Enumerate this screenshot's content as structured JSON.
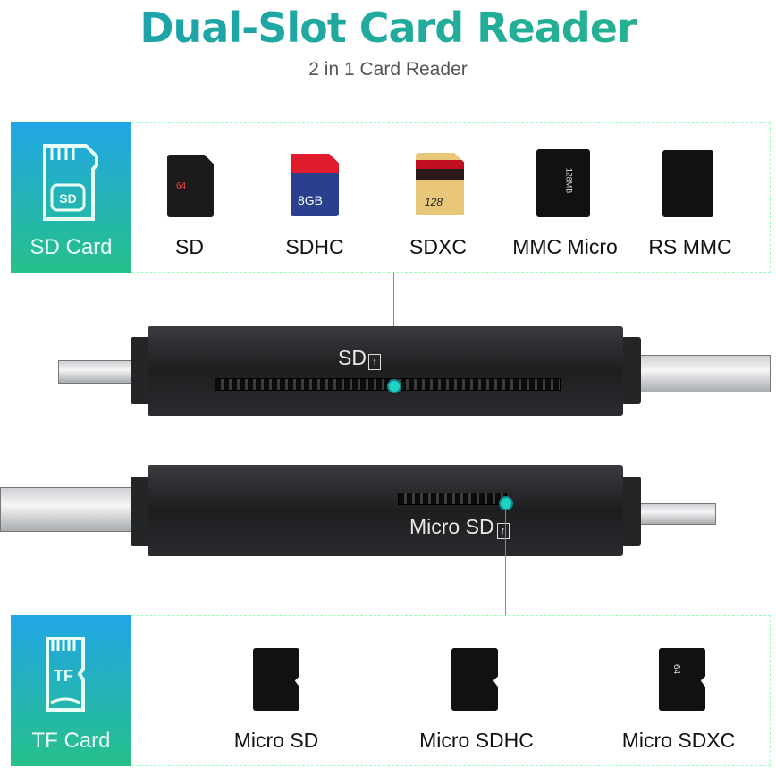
{
  "header": {
    "title": "Dual-Slot Card Reader",
    "subtitle": "2 in 1 Card Reader"
  },
  "sd_panel": {
    "label": "SD Card",
    "icon": "sd-card-icon",
    "cards": [
      {
        "label": "SD",
        "face": "64",
        "color": "#1a1a1a"
      },
      {
        "label": "SDHC",
        "face": "8GB",
        "color": "#2b3f8f"
      },
      {
        "label": "SDXC",
        "face": "128",
        "color": "#e8c878"
      },
      {
        "label": "MMC Micro",
        "face": "128MB",
        "color": "#111111"
      },
      {
        "label": "RS MMC",
        "face": "",
        "color": "#111111"
      }
    ]
  },
  "device": {
    "sd_slot_label": "SD",
    "microsd_slot_label": "Micro SD"
  },
  "tf_panel": {
    "label": "TF Card",
    "icon": "tf-card-icon",
    "cards": [
      {
        "label": "Micro SD"
      },
      {
        "label": "Micro SDHC"
      },
      {
        "label": "Micro SDXC",
        "face": "64"
      }
    ]
  },
  "colors": {
    "accent_teal": "#1b9fb0",
    "accent_green": "#27b58a",
    "side_blue": "#21a6e6"
  }
}
